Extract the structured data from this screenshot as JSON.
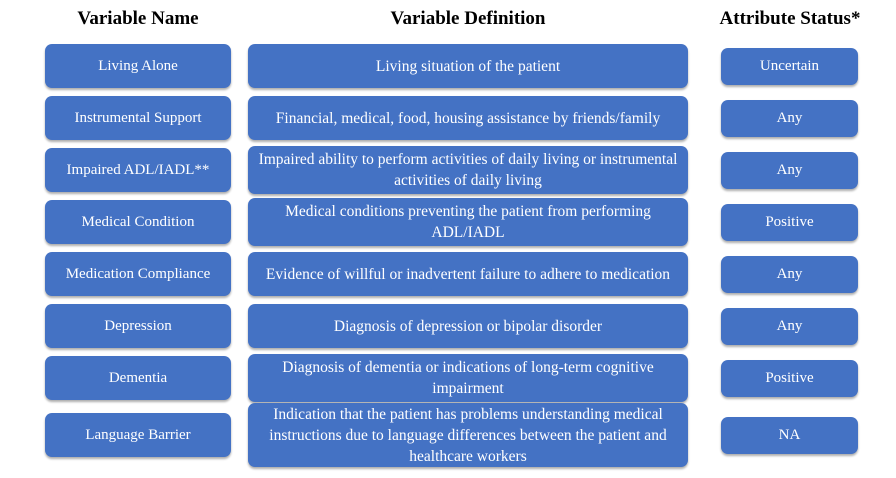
{
  "headers": {
    "variable_name": "Variable Name",
    "variable_definition": "Variable Definition",
    "attribute_status": "Attribute Status*"
  },
  "style": {
    "pill_color": "#4472C4",
    "pill_text_color": "#FFFFFF",
    "header_text_color": "#000000",
    "background": "#FFFFFF"
  },
  "rows": [
    {
      "name": "Living Alone",
      "definition": "Living situation of the patient",
      "status": "Uncertain",
      "def_lines": 1
    },
    {
      "name": "Instrumental Support",
      "definition": "Financial, medical, food, housing assistance by friends/family",
      "status": "Any",
      "def_lines": 1
    },
    {
      "name": "Impaired ADL/IADL**",
      "definition": "Impaired ability to perform activities of daily living or instrumental activities of daily living",
      "status": "Any",
      "def_lines": 2
    },
    {
      "name": "Medical Condition",
      "definition": "Medical conditions preventing the patient from performing ADL/IADL",
      "status": "Positive",
      "def_lines": 2
    },
    {
      "name": "Medication Compliance",
      "definition": "Evidence of willful or inadvertent failure to adhere to medication",
      "status": "Any",
      "def_lines": 1
    },
    {
      "name": "Depression",
      "definition": "Diagnosis of depression or bipolar disorder",
      "status": "Any",
      "def_lines": 1
    },
    {
      "name": "Dementia",
      "definition": "Diagnosis of dementia or indications of long-term cognitive impairment",
      "status": "Positive",
      "def_lines": 2
    },
    {
      "name": "Language Barrier",
      "definition": "Indication that the patient has problems understanding medical instructions due to language differences between the patient and healthcare workers",
      "status": "NA",
      "def_lines": 3
    }
  ]
}
